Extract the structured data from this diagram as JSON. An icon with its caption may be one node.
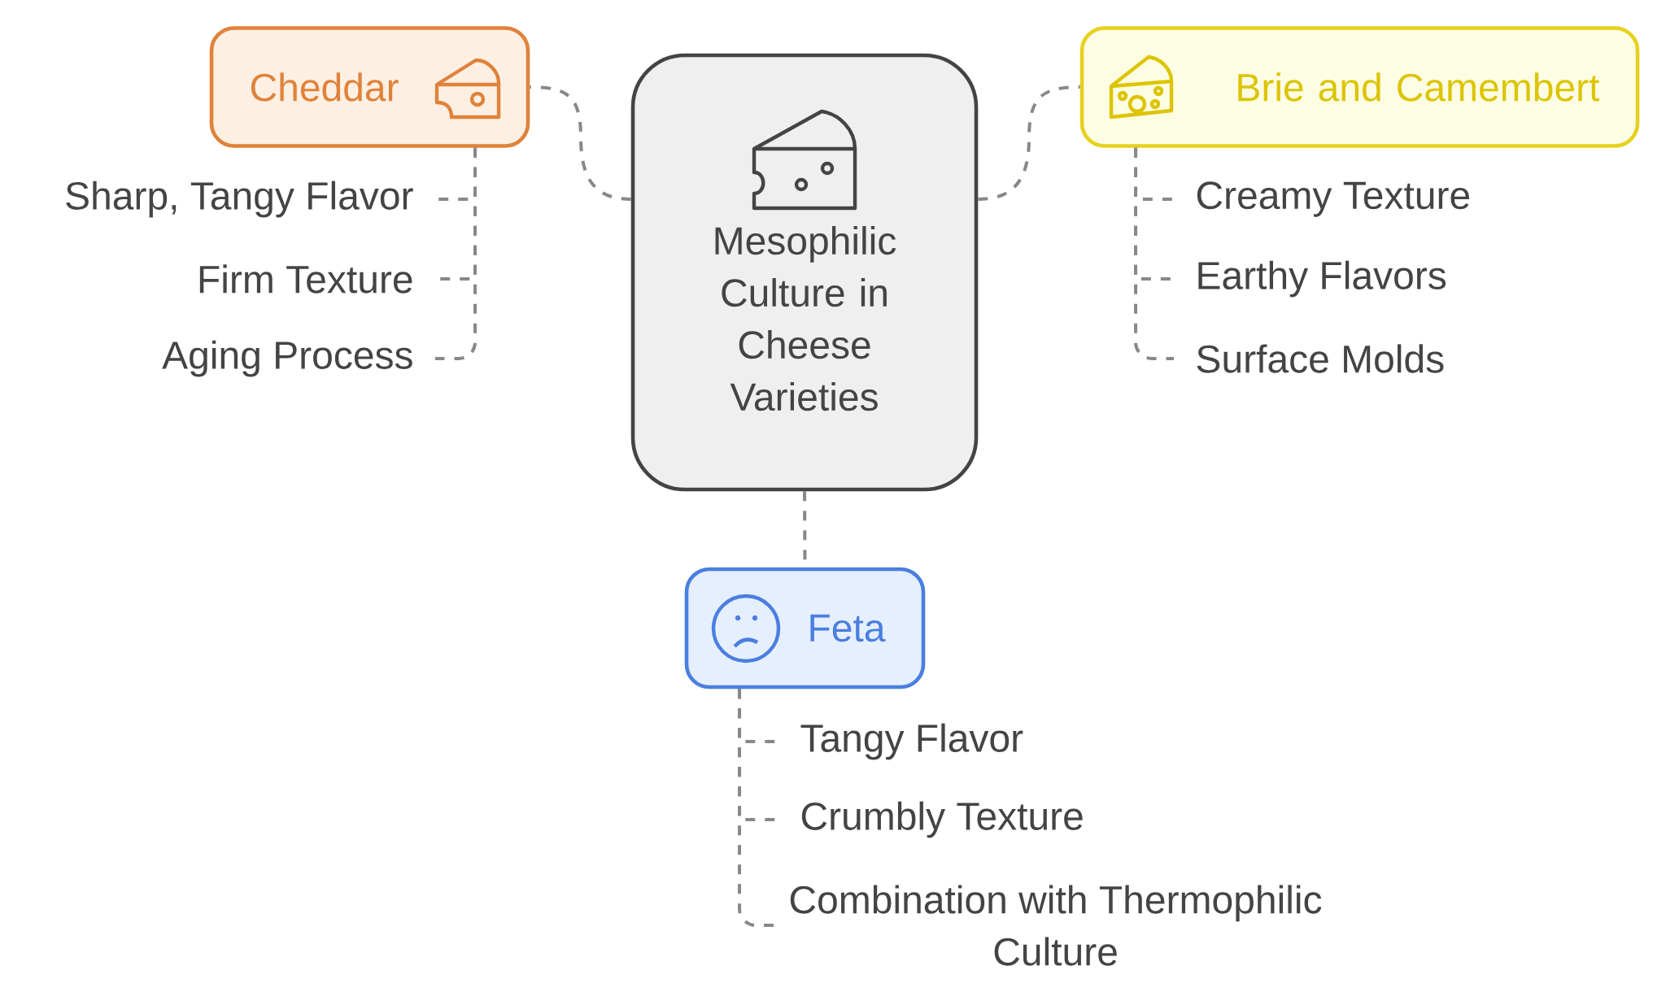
{
  "diagram": {
    "nodes": [
      {
        "text": [
          "Mesophilic Culture in Cheese Varieties"
        ]
      },
      {
        "text": [
          "Cheddar"
        ]
      },
      {
        "text": [
          "Brie and Camembert"
        ]
      },
      {
        "text": [
          "Feta"
        ]
      },
      {
        "text": [
          "Sharp, Tangy Flavor"
        ]
      },
      {
        "text": [
          "Firm Texture"
        ]
      },
      {
        "text": [
          "Aging Process"
        ]
      },
      {
        "text": [
          "Creamy Texture"
        ]
      },
      {
        "text": [
          "Earthy Flavors"
        ]
      },
      {
        "text": [
          "Surface Molds"
        ]
      },
      {
        "text": [
          "Tangy Flavor"
        ]
      },
      {
        "text": [
          "Crumbly Texture"
        ]
      },
      {
        "text": [
          "Combination with Thermophilic Culture"
        ]
      }
    ],
    "edges": [
      {
        "from": 0,
        "to": 1,
        "arrow": "none",
        "style": "dashed"
      },
      {
        "from": 0,
        "to": 2,
        "arrow": "none",
        "style": "dashed"
      },
      {
        "from": 0,
        "to": 3,
        "arrow": "none",
        "style": "dashed"
      },
      {
        "from": 1,
        "to": 4,
        "arrow": "none",
        "style": "dashed"
      },
      {
        "from": 1,
        "to": 5,
        "arrow": "none",
        "style": "dashed"
      },
      {
        "from": 1,
        "to": 6,
        "arrow": "none",
        "style": "dashed"
      },
      {
        "from": 2,
        "to": 7,
        "arrow": "none",
        "style": "dashed"
      },
      {
        "from": 2,
        "to": 8,
        "arrow": "none",
        "style": "dashed"
      },
      {
        "from": 2,
        "to": 9,
        "arrow": "none",
        "style": "dashed"
      },
      {
        "from": 3,
        "to": 10,
        "arrow": "none",
        "style": "dashed"
      },
      {
        "from": 3,
        "to": 11,
        "arrow": "none",
        "style": "dashed"
      },
      {
        "from": 3,
        "to": 12,
        "arrow": "none",
        "style": "dashed"
      }
    ]
  }
}
